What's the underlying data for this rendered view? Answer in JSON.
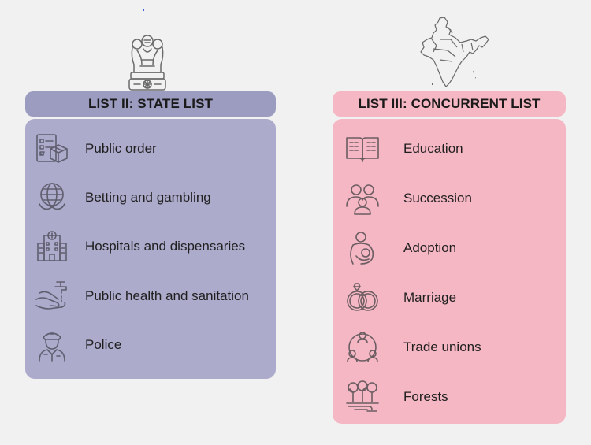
{
  "state": {
    "title": "LIST II: STATE LIST",
    "items": [
      {
        "label": "Public order",
        "icon": "package-checklist-icon"
      },
      {
        "label": "Betting and gambling",
        "icon": "globe-hand-icon"
      },
      {
        "label": "Hospitals and dispensaries",
        "icon": "hospital-building-icon"
      },
      {
        "label": "Public health and sanitation",
        "icon": "hand-washing-icon"
      },
      {
        "label": "Police",
        "icon": "police-officer-icon"
      }
    ]
  },
  "concurrent": {
    "title": "LIST III: CONCURRENT LIST",
    "items": [
      {
        "label": "Education",
        "icon": "open-book-icon"
      },
      {
        "label": "Succession",
        "icon": "family-icon"
      },
      {
        "label": "Adoption",
        "icon": "parent-child-icon"
      },
      {
        "label": "Marriage",
        "icon": "wedding-rings-icon"
      },
      {
        "label": "Trade unions",
        "icon": "people-network-icon"
      },
      {
        "label": "Forests",
        "icon": "forest-icon"
      }
    ]
  },
  "colors": {
    "state_header": "#9c9cc1",
    "state_panel": "#acabcc",
    "concurrent": "#f5b7c3",
    "background": "#f1f1f1"
  },
  "decor": {
    "state_emblem": "national-emblem-icon",
    "concurrent_map": "india-map-icon"
  }
}
